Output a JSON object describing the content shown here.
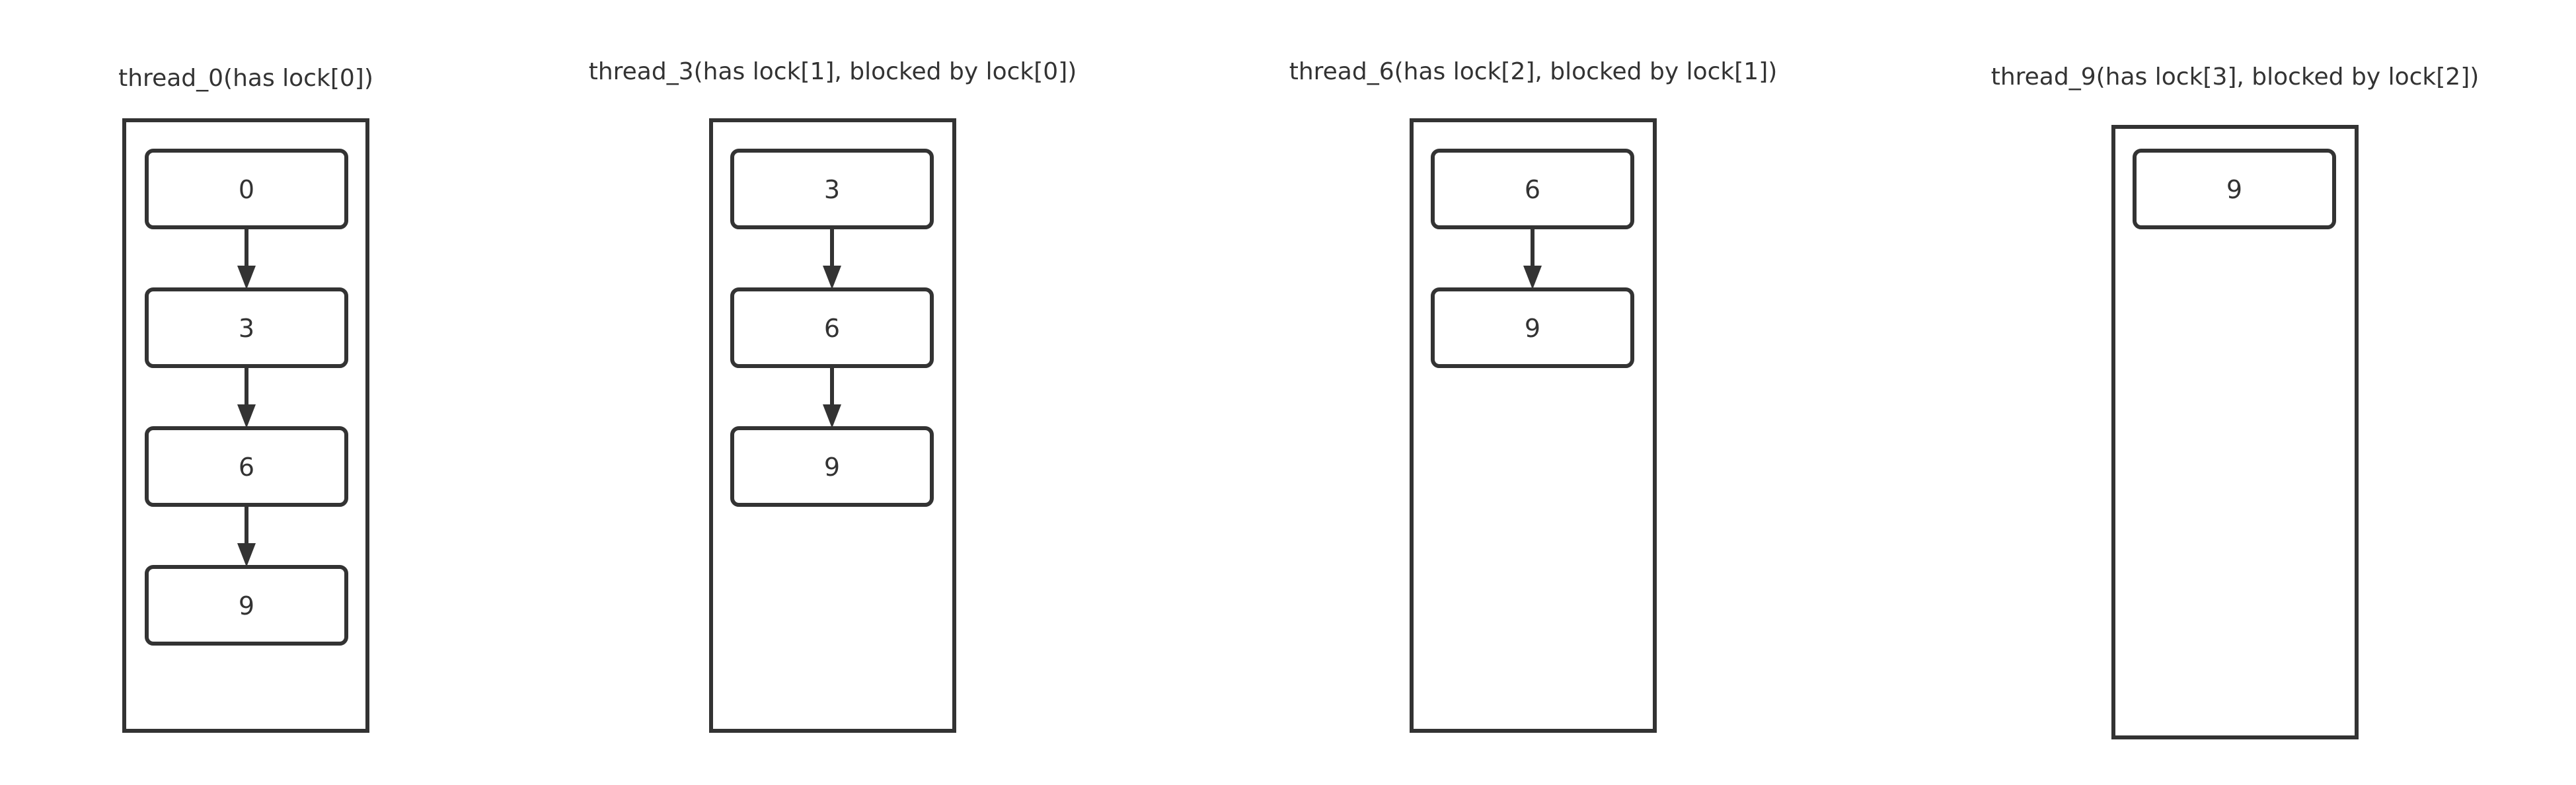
{
  "diagram": {
    "colors": {
      "stroke": "#333333",
      "text": "#333333",
      "background": "#ffffff"
    },
    "threads": [
      {
        "name": "thread_0",
        "title": "thread_0(has lock[0])",
        "nodes": [
          "0",
          "3",
          "6",
          "9"
        ]
      },
      {
        "name": "thread_3",
        "title": "thread_3(has lock[1], blocked by lock[0])",
        "nodes": [
          "3",
          "6",
          "9"
        ]
      },
      {
        "name": "thread_6",
        "title": "thread_6(has lock[2], blocked by lock[1])",
        "nodes": [
          "6",
          "9"
        ]
      },
      {
        "name": "thread_9",
        "title": "thread_9(has lock[3], blocked by lock[2])",
        "nodes": [
          "9"
        ]
      }
    ]
  }
}
